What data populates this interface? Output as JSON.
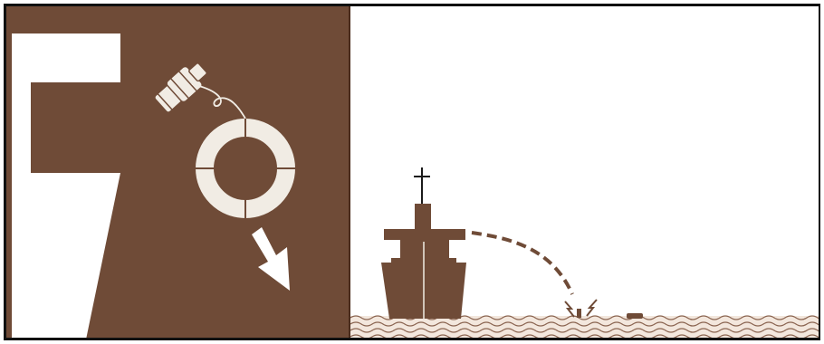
{
  "colors": {
    "brown": "#6f4b37",
    "brown_dark": "#5c3a28",
    "white": "#ffffff",
    "cream": "#f1ece4",
    "wave": "#8a6450",
    "frame": "#111111"
  },
  "left_panel": {
    "numeral": "7",
    "icons": [
      "emergency-beacon-icon",
      "tether-line",
      "life-ring-icon",
      "down-right-arrow-icon"
    ]
  },
  "right_panel": {
    "icons": [
      "ship-icon",
      "mast-cross-icon",
      "throw-trajectory",
      "beacon-signal-icon",
      "floating-object-icon",
      "sea-waves"
    ]
  }
}
